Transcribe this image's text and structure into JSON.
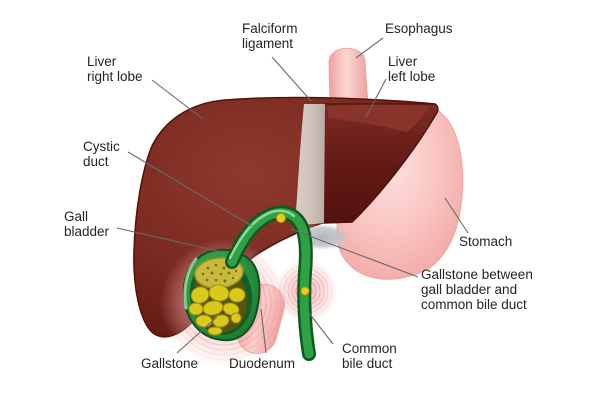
{
  "figure": {
    "type": "anatomical-diagram",
    "subject": "Liver, gall bladder and bile ducts with gallstones"
  },
  "labels": {
    "falciform": {
      "lines": [
        "Falciform",
        "ligament"
      ]
    },
    "esophagus": {
      "lines": [
        "Esophagus"
      ]
    },
    "liver_right": {
      "lines": [
        "Liver",
        "right lobe"
      ]
    },
    "liver_left": {
      "lines": [
        "Liver",
        "left lobe"
      ]
    },
    "cystic_duct": {
      "lines": [
        "Cystic",
        "duct"
      ]
    },
    "gall_bladder": {
      "lines": [
        "Gall",
        "bladder"
      ]
    },
    "stomach": {
      "lines": [
        "Stomach"
      ]
    },
    "gallstone_between": {
      "lines": [
        "Gallstone between",
        "gall bladder and",
        "common bile duct"
      ]
    },
    "gallstone": {
      "lines": [
        "Gallstone"
      ]
    },
    "duodenum": {
      "lines": [
        "Duodenum"
      ]
    },
    "common_bile_duct": {
      "lines": [
        "Common",
        "bile duct"
      ]
    }
  },
  "colors": {
    "background": "#ffffff",
    "liver_body": "#7a2a20",
    "liver_rim": "#571309",
    "liver_left_lobe": "#601813",
    "falciform_ligament": "#cdc1b9",
    "stomach_pink": "#f8c3c0",
    "tube_pink": "#f5b3b0",
    "duct_green": "#2fa044",
    "duct_dark_green": "#0e5a22",
    "gall_bladder_green": "#1b7d30",
    "gallstone_yellow": "#d9c91d",
    "top_stone_yellow": "#c9b93d",
    "pain_ring_red": "#d94f4f",
    "label_text": "#272324",
    "leader_line": "#68696b"
  }
}
